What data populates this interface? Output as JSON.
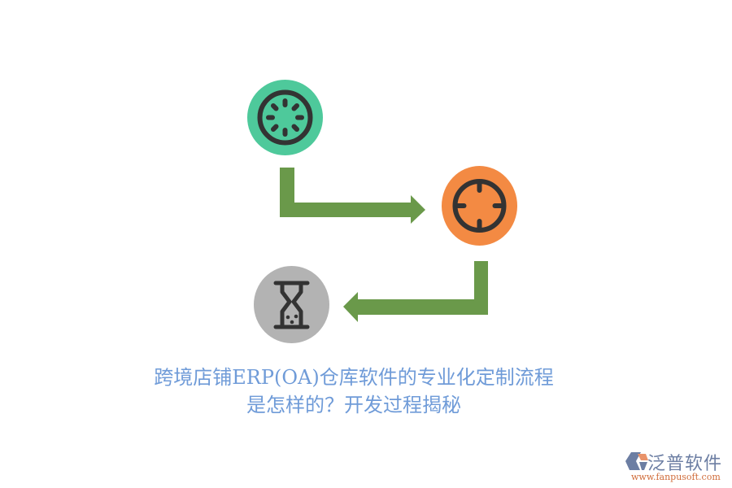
{
  "diagram": {
    "steps": [
      {
        "icon": "loading-spinner-icon",
        "color": "#4ec99b"
      },
      {
        "icon": "crosshair-target-icon",
        "color": "#f38a43"
      },
      {
        "icon": "hourglass-icon",
        "color": "#b3b3b3"
      }
    ],
    "arrow_color": "#6a994a",
    "icon_stroke_color": "#333333"
  },
  "title": {
    "line1": "跨境店铺ERP(OA)仓库软件的专业化定制流程",
    "line2": "是怎样的？开发过程揭秘",
    "color": "#6f9bd8"
  },
  "logo": {
    "name": "泛普软件",
    "url": "www.fanpusoft.com"
  }
}
